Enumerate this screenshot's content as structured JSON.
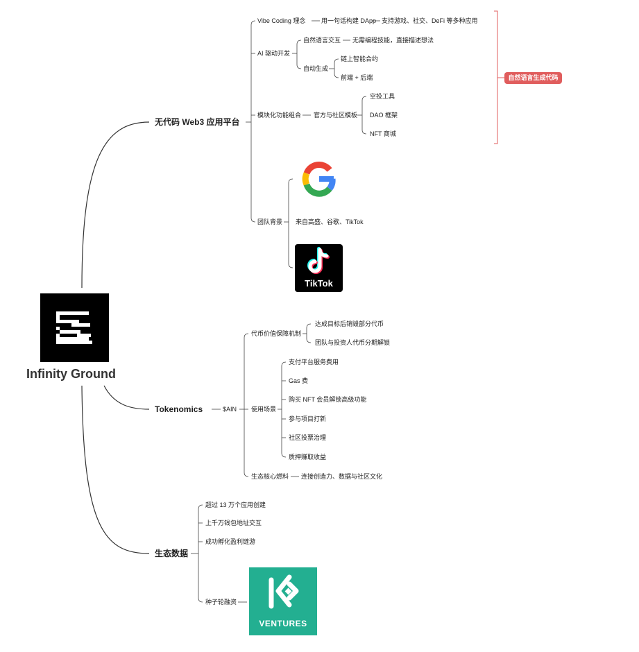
{
  "root": {
    "title": "Infinity Ground"
  },
  "branches": {
    "platform": {
      "label": "无代码 Web3 应用平台",
      "vibe": {
        "label": "Vibe Coding 理念",
        "desc": "用一句话构建 DApp",
        "detail": "支持游戏、社交、DeFi 等多种应用"
      },
      "ai": {
        "label": "AI 驱动开发",
        "nl": {
          "label": "自然语言交互",
          "desc": "无需编程技能，直接描述想法"
        },
        "auto": {
          "label": "自动生成",
          "items": [
            "链上智能合约",
            "前端 + 后端"
          ]
        }
      },
      "modules": {
        "label": "模块化功能组合",
        "source": "官方与社区模板",
        "items": [
          "空投工具",
          "DAO 框架",
          "NFT 商城"
        ]
      },
      "summary": "自然语言生成代码",
      "team": {
        "label": "团队背景",
        "desc": "来自高盛、谷歌、TikTok",
        "tiktok_text": "TikTok"
      }
    },
    "tokenomics": {
      "label": "Tokenomics",
      "token": "$AIN",
      "value": {
        "label": "代币价值保障机制",
        "items": [
          "达成目标后销毁部分代币",
          "团队与投资人代币分期解锁"
        ]
      },
      "usage": {
        "label": "使用场景",
        "items": [
          "支付平台服务费用",
          "Gas 费",
          "购买 NFT 会员解锁高级功能",
          "参与项目打新",
          "社区投票治理",
          "质押赚取收益"
        ]
      },
      "core": {
        "label": "生态核心燃料",
        "desc": "连接创造力、数据与社区文化"
      }
    },
    "ecosystem": {
      "label": "生态数据",
      "items": [
        "超过 13 万个应用创建",
        "上千万钱包地址交互",
        "成功孵化盈利链游"
      ],
      "seed": {
        "label": "种子轮融资",
        "kucoin_text": "VENTURES"
      }
    }
  },
  "colors": {
    "line": "#333333",
    "badge": "#e05d5d",
    "kucoin": "#23af91",
    "bracket": "#e05d5d"
  }
}
